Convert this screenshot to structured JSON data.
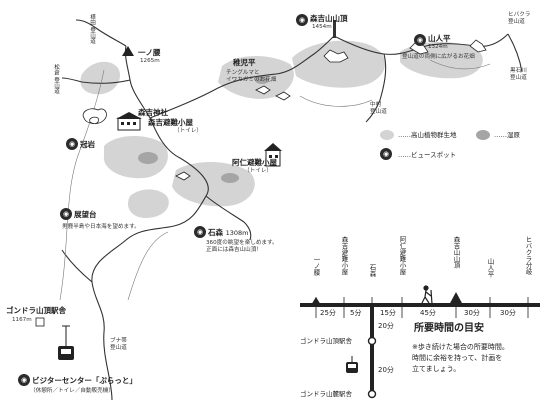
{
  "map": {
    "peaks": {
      "ichinokoshi": {
        "name": "一ノ腰",
        "elevation": "1265m"
      },
      "moriyoshi": {
        "name": "森吉山山頂",
        "elevation": "1454m"
      },
      "yamabito": {
        "name": "山人平",
        "elevation": "1324m"
      },
      "ishimori": {
        "name": "石森",
        "elevation": "1308m"
      }
    },
    "places": {
      "yasuda": "様田\n登山道",
      "matsusen": "松倉\n登山道",
      "kanmori": "冠岩",
      "shrine": "森吉神社",
      "moriyoshi_hut": "森吉避難小屋",
      "moriyoshi_hut_note": "（トイレ）",
      "chigohira": "稚児平",
      "chigohira_desc": "チングルマと\nイワカガミのお花畑",
      "anitan_hut": "阿仁避難小屋",
      "anitan_hut_note": "（トイレ）",
      "yamabito_desc": "登山道の両側に広がるお花畑",
      "hibakura": "ヒバクラ\n登山道",
      "kuroishi": "黒石川\n登山道",
      "nakamura": "中村\n登山道",
      "tenbodai": "展望台",
      "tenbodai_desc": "男鹿半島や日本海を望めます。",
      "ishimori_desc": "360度の眺望を楽しめます。\n正面には森吉山山頂！",
      "buna": "ブナ帯\n登山道",
      "gondola_top": "ゴンドラ山頂駅舎",
      "gondola_top_elev": "1167m",
      "visitor_center": "ビジターセンター「ぷらっと」",
      "visitor_center_desc": "（休憩所／トイレ／自動販売機）"
    },
    "legend": {
      "alpine": "高山植物群生地",
      "marsh": "湿原",
      "view": "ビュースポット"
    }
  },
  "timeline": {
    "stops": [
      {
        "name": "一ノ腰"
      },
      {
        "name": "森吉避難小屋"
      },
      {
        "name": "石森"
      },
      {
        "name": "阿仁避難小屋"
      },
      {
        "name": "森吉山山頂"
      },
      {
        "name": "山人平"
      },
      {
        "name": "ヒバクラ分岐"
      }
    ],
    "segments": [
      "25分",
      "5分",
      "15分",
      "45分",
      "30分",
      "30分"
    ],
    "vertical_segments": [
      "20分",
      "20分"
    ],
    "gondola_top": "ゴンドラ山頂駅舎",
    "gondola_bottom": "ゴンドラ山麓駅舎",
    "title": "所要時間の目安",
    "note": "※歩き続けた場合の所要時間。\n時間に余裕を持って、計画を\n立てましょう。"
  },
  "colors": {
    "gray_area": "#cfcfcf",
    "marsh": "#9a9a9a",
    "line": "#333333"
  }
}
